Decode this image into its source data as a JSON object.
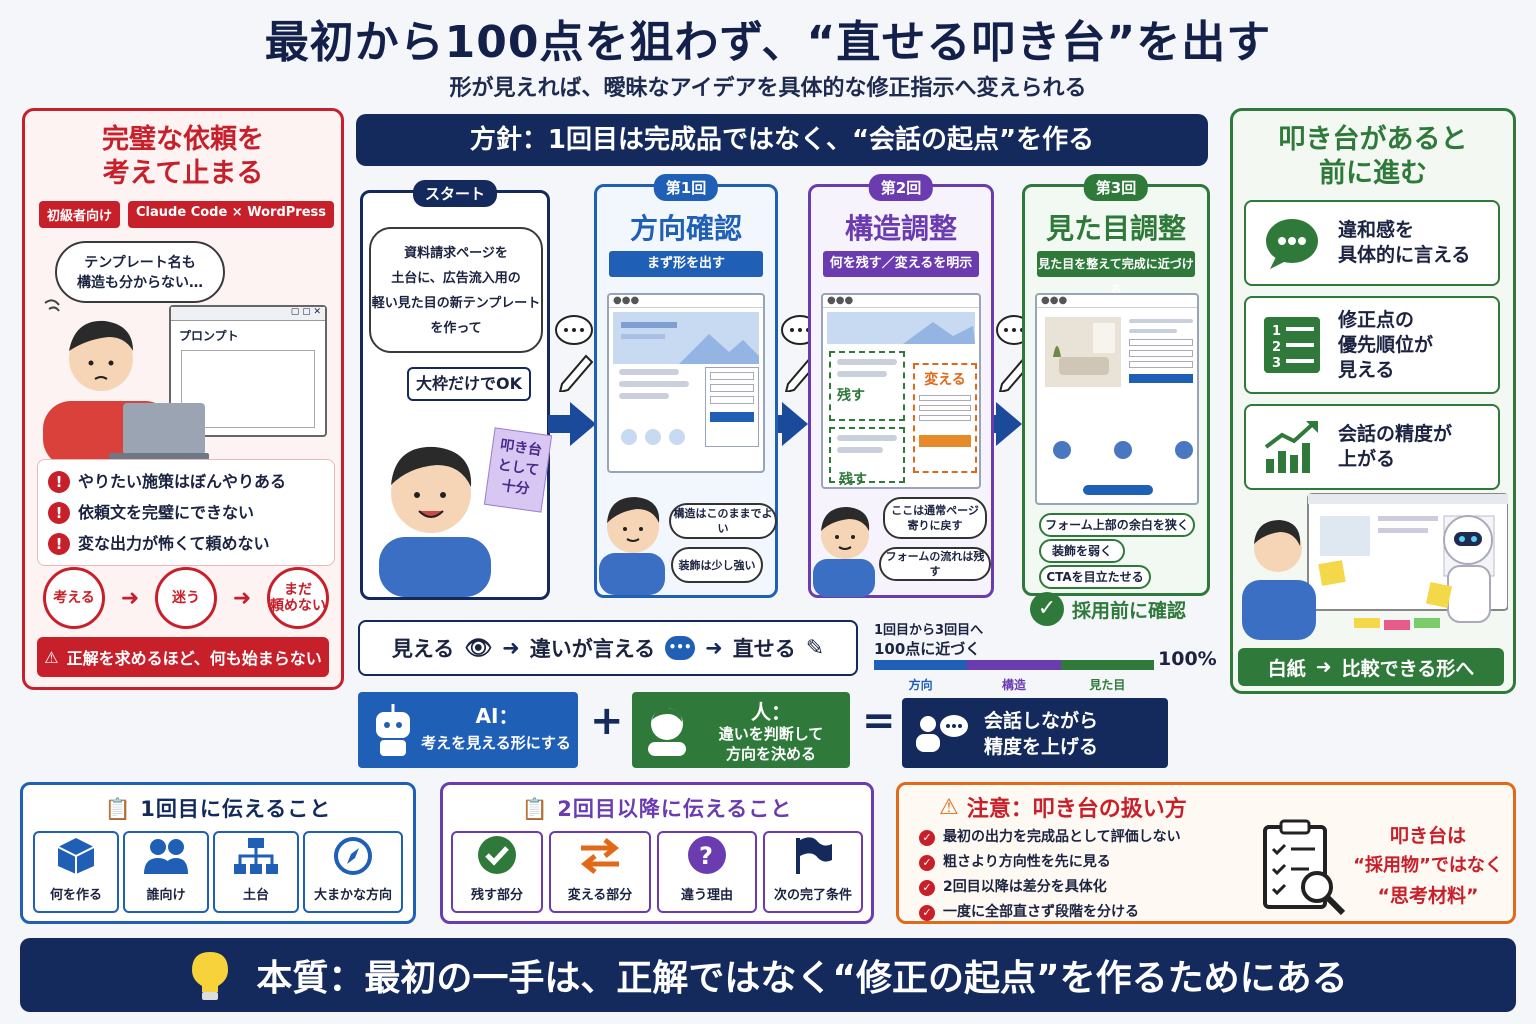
{
  "header": {
    "title": "最初から100点を狙わず、“直せる叩き台”を出す",
    "subtitle": "形が見えれば、曖昧なアイデアを具体的な修正指示へ変えられる"
  },
  "left_panel": {
    "title_line1": "完璧な依頼を",
    "title_line2": "考えて止まる",
    "tag1": "初級者向け",
    "tag2": "Claude Code × WordPress",
    "thought_line1": "テンプレート名も",
    "thought_line2": "構造も分からない…",
    "window_label": "プロンプト",
    "issues": [
      "やりたい施策はぼんやりある",
      "依頼文を完璧にできない",
      "変な出力が怖くて頼めない"
    ],
    "cycle": [
      "考える",
      "迷う",
      "まだ\n頼めない"
    ],
    "cycle_3_line1": "まだ",
    "cycle_3_line2": "頼めない",
    "warning": "正解を求めるほど、何も始まらない"
  },
  "policy": "方針：1回目は完成品ではなく、“会話の起点”を作る",
  "start_card": {
    "badge": "スタート",
    "speech_lines": [
      "資料請求ページを",
      "土台に、広告流入用の",
      "軽い見た目の新テンプレート",
      "を作って"
    ],
    "ok_label": "大枠だけでOK",
    "note_lines": [
      "叩き台",
      "として",
      "十分"
    ]
  },
  "step1": {
    "badge": "第1回",
    "title": "方向確認",
    "pill": "まず形を出す",
    "comment1": "構造はこのままでよい",
    "comment2": "装飾は少し強い"
  },
  "step2": {
    "badge": "第2回",
    "title": "構造調整",
    "pill": "何を残す／変えるを明示",
    "keep1": "残す",
    "keep2": "残す",
    "change": "変える",
    "comment1_line1": "ここは通常ページ",
    "comment1_line2": "寄りに戻す",
    "comment2": "フォームの流れは残す"
  },
  "step3": {
    "badge": "第3回",
    "title": "見た目調整",
    "pill": "見た目を整えて完成に近づける",
    "checks": [
      "フォーム上部の余白を狭く",
      "装飾を弱く",
      "CTAを目立たせる"
    ],
    "confirm": "採用前に確認"
  },
  "flow": {
    "see": "見える",
    "diff": "違いが言える",
    "fix": "直せる"
  },
  "progress": {
    "label_line1": "1回目から3回目へ",
    "label_line2": "100点に近づく",
    "percent": "100%",
    "segments": [
      "方向",
      "構造",
      "見た目"
    ],
    "colors": [
      "#1f5fb5",
      "#6a3cb0",
      "#2f7a3a"
    ]
  },
  "equation": {
    "ai_title": "AI：",
    "ai_desc": "考えを見える形にする",
    "plus": "+",
    "human_title": "人：",
    "human_desc_line1": "違いを判断して",
    "human_desc_line2": "方向を決める",
    "equals": "=",
    "result_line1": "会話しながら",
    "result_line2": "精度を上げる"
  },
  "right_panel": {
    "title_line1": "叩き台があると",
    "title_line2": "前に進む",
    "features": [
      {
        "line1": "違和感を",
        "line2": "具体的に言える",
        "line3": ""
      },
      {
        "line1": "修正点の",
        "line2": "優先順位が",
        "line3": "見える"
      },
      {
        "line1": "会話の精度が",
        "line2": "上がる",
        "line3": ""
      }
    ],
    "bottom_from": "白紙",
    "bottom_to": "比較できる形へ"
  },
  "first_time": {
    "title": "1回目に伝えること",
    "items": [
      "何を作る",
      "誰向け",
      "土台",
      "大まかな方向"
    ]
  },
  "second_time": {
    "title": "2回目以降に伝えること",
    "items": [
      "残す部分",
      "変える部分",
      "違う理由",
      "次の完了条件"
    ]
  },
  "caution": {
    "title": "注意：叩き台の扱い方",
    "items": [
      "最初の出力を完成品として評価しない",
      "粗さより方向性を先に見る",
      "2回目以降は差分を具体化",
      "一度に全部直さず段階を分ける"
    ],
    "note_line1": "叩き台は",
    "note_line2": "“採用物”ではなく",
    "note_line3": "“思考材料”"
  },
  "footer": "本質：最初の一手は、正解ではなく“修正の起点”を作るためにある",
  "colors": {
    "navy": "#142a5c",
    "red": "#c8202a",
    "blue": "#1f5fb5",
    "purple": "#6a3cb0",
    "green": "#2f7a3a",
    "orange": "#e06a1a"
  }
}
